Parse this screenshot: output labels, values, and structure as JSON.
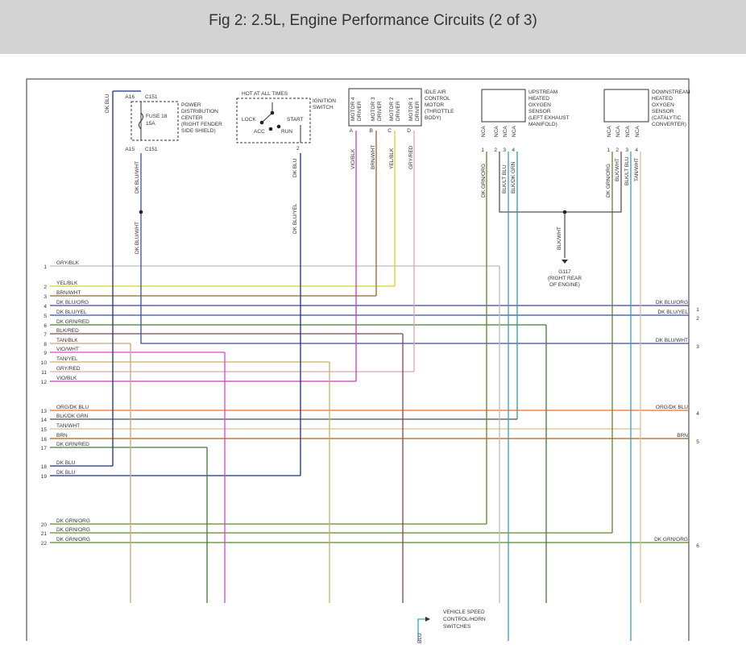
{
  "title": "Fig 2: 2.5L, Engine Performance Circuits (2 of 3)",
  "colors": {
    "GRY/BLK": "#bdbdbd",
    "YEL/BLK": "#d4d423",
    "BRN/WHT": "#8c6b30",
    "DK BLU/ORG": "#3d4b9c",
    "DK BLU/YEL": "#3a4fa8",
    "DK GRN/RED": "#3d7d32",
    "BLK/RED": "#7a4a4a",
    "TAN/BLK": "#c9a878",
    "VIO/WHT": "#e040d8",
    "TAN/YEL": "#c9b060",
    "GRY/RED": "#e0a8a8",
    "VIO/BLK": "#c838c8",
    "ORG/DK BLU": "#f07020",
    "BLK/DK GRN": "#405060",
    "TAN/WHT": "#d8c098",
    "BRN": "#b06010",
    "DK BLU": "#1a2f8a",
    "DK GRN/ORG": "#5a8a20",
    "BLK/WHT": "#555555",
    "BLK/LT BLU": "#3aa0b0",
    "BLK/DK GRN2": "#2a9aaa",
    "NCA": "#333333"
  },
  "left_rows": [
    {
      "pin": "1",
      "label": "GRY/BLK"
    },
    {
      "pin": "2",
      "label": "YEL/BLK"
    },
    {
      "pin": "3",
      "label": "BRN/WHT"
    },
    {
      "pin": "4",
      "label": "DK BLU/ORG"
    },
    {
      "pin": "5",
      "label": "DK BLU/YEL"
    },
    {
      "pin": "6",
      "label": "DK GRN/RED"
    },
    {
      "pin": "7",
      "label": "BLK/RED"
    },
    {
      "pin": "8",
      "label": "TAN/BLK"
    },
    {
      "pin": "9",
      "label": "VIO/WHT"
    },
    {
      "pin": "10",
      "label": "TAN/YEL"
    },
    {
      "pin": "11",
      "label": "GRY/RED"
    },
    {
      "pin": "12",
      "label": "VIO/BLK"
    },
    {
      "pin": "13",
      "label": "ORG/DK BLU"
    },
    {
      "pin": "14",
      "label": "BLK/DK GRN"
    },
    {
      "pin": "15",
      "label": "TAN/WHT"
    },
    {
      "pin": "16",
      "label": "BRN"
    },
    {
      "pin": "17",
      "label": "DK GRN/RED"
    },
    {
      "pin": "18",
      "label": "DK BLU"
    },
    {
      "pin": "19",
      "label": "DK BLU"
    },
    {
      "pin": "20",
      "label": "DK GRN/ORG"
    },
    {
      "pin": "21",
      "label": "DK GRN/ORG"
    },
    {
      "pin": "22",
      "label": "DK GRN/ORG"
    }
  ],
  "right_rows": [
    {
      "pin": "1",
      "label": "DK BLU/ORG"
    },
    {
      "pin": "2",
      "label": "DK BLU/YEL"
    },
    {
      "pin": "3",
      "label": "DK BLU/WHT"
    },
    {
      "pin": "4",
      "label": "ORG/DK BLU"
    },
    {
      "pin": "5",
      "label": "BRN"
    },
    {
      "pin": "6",
      "label": "DK GRN/ORG"
    }
  ],
  "pdc": {
    "lines": [
      "POWER",
      "DISTRIBUTION",
      "CENTER",
      "(RIGHT FENDER",
      "SIDE SHIELD)"
    ],
    "fuse": "FUSE 18",
    "amps": "15A",
    "top_pin": "A16",
    "bottom_pin": "A15",
    "connector": "C151",
    "wire_in": "DK BLU",
    "wire_out": "DK BLU/WHT"
  },
  "ignition": {
    "hot": "HOT AT ALL TIMES",
    "lines": [
      "IGNITION",
      "SWITCH"
    ],
    "lock": "LOCK",
    "acc": "ACC",
    "start": "START",
    "run": "RUN",
    "pin": "2",
    "wire_out": "DK BLU",
    "wire_out2": "DK BLU/YEL"
  },
  "iac": {
    "lines": [
      "IDLE AIR",
      "CONTROL",
      "MOTOR",
      "(THROTTLE",
      "BODY)"
    ],
    "drivers": [
      {
        "name": "MOTOR 4",
        "sub": "DRIVER",
        "pin": "A",
        "wire": "VIO/BLK"
      },
      {
        "name": "MOTOR 3",
        "sub": "DRIVER",
        "pin": "B",
        "wire": "BRN/WHT"
      },
      {
        "name": "MOTOR 2",
        "sub": "DRIVER",
        "pin": "C",
        "wire": "YEL/BLK"
      },
      {
        "name": "MOTOR 1",
        "sub": "DRIVER",
        "pin": "D",
        "wire": "GRY/RED"
      }
    ]
  },
  "upstream": {
    "lines": [
      "UPSTREAM",
      "HEATED",
      "OXYGEN",
      "SENSOR",
      "(LEFT EXHAUST",
      "MANIFOLD)"
    ],
    "nca": "NCA",
    "pins": [
      "1",
      "2",
      "3",
      "4"
    ],
    "wires": [
      "DK GRN/ORG",
      "BLK/LT BLU",
      "BLK/DK GRN"
    ]
  },
  "downstream": {
    "lines": [
      "DOWNSTREAM",
      "HEATED",
      "OXYGEN",
      "SENSOR",
      "(CATALYTIC",
      "CONVERTER)"
    ],
    "nca": "NCA",
    "pins": [
      "1",
      "2",
      "3",
      "4"
    ],
    "wires": [
      "DK GRN/ORG",
      "BLK/WHT",
      "BLK/LT BLU",
      "TAN/WHT"
    ]
  },
  "ground": {
    "wire": "BLK/WHT",
    "name": "G117",
    "lines": [
      "(RIGHT REAR",
      "OF ENGINE)"
    ]
  },
  "vss": {
    "lines": [
      "VEHICLE SPEED",
      "CONTROL/HORN",
      "SWITCHES"
    ],
    "wire": "BLU"
  }
}
